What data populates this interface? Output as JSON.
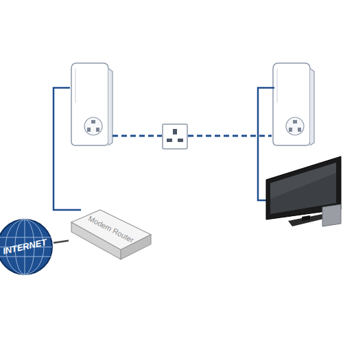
{
  "diagram": {
    "nodes": [
      {
        "text": [
          "INTERNET"
        ]
      },
      {
        "text": [
          "Modem Router"
        ]
      }
    ],
    "edges": [
      {
        "from": 0,
        "to": 1,
        "arrow": "none"
      }
    ]
  }
}
